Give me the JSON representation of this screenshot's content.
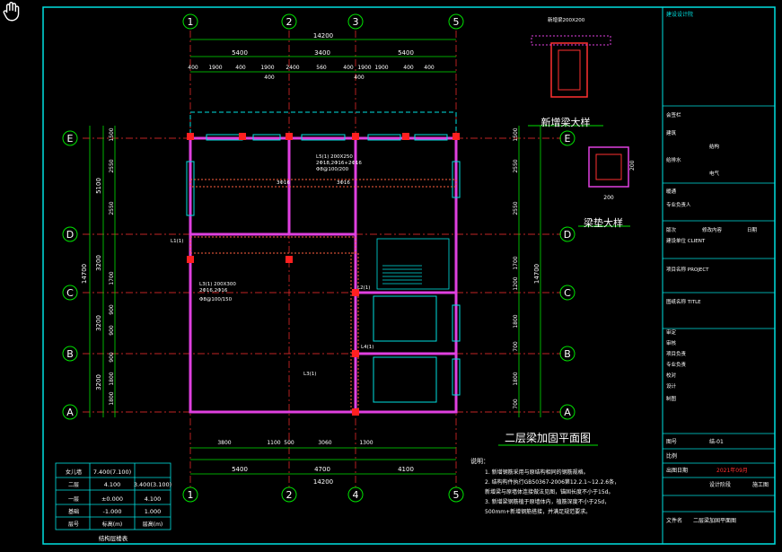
{
  "colors": {
    "grid_axis": "#00e000",
    "wall": "#e040e0",
    "column": "#ff2020",
    "text_primary": "#ffffff",
    "text_note": "#ffffff",
    "frame": "#00e0e0"
  },
  "drawing": {
    "title": "二层梁加固平面图",
    "beam_detail_title": "新增梁大样",
    "pad_detail_title": "梁垫大样",
    "column_axes": [
      "1",
      "2",
      "3",
      "5"
    ],
    "bottom_column_axes": [
      "1",
      "2",
      "4",
      "5"
    ],
    "row_axes": [
      "E",
      "D",
      "C",
      "B",
      "A"
    ],
    "top_overall": "14200",
    "top_spans": [
      "5400",
      "3400",
      "5400"
    ],
    "top_details": [
      "400",
      "1900",
      "400",
      "1900",
      "2400",
      "560",
      "400",
      "1900",
      "1900",
      "400",
      "400",
      "400",
      "400"
    ],
    "bottom_overall": "14200",
    "bottom_spans": [
      "5400",
      "4700",
      "4100"
    ],
    "bottom_details": [
      "3800",
      "1100",
      "500",
      "3060",
      "1300"
    ],
    "left_overall": "14700",
    "left_spans": [
      "5100",
      "3200",
      "3200",
      "3200"
    ],
    "left_details": [
      "1500",
      "2550",
      "2550",
      "1700",
      "900",
      "900",
      "900",
      "1800",
      "1800"
    ],
    "right_overall": "14700",
    "right_details": [
      "1500",
      "2550",
      "2550",
      "1700",
      "1200",
      "1800",
      "700",
      "1800",
      "700"
    ],
    "beam_labels": [
      "L5(1) 200X250",
      "2Φ18,2Φ16+2Φ16",
      "Φ8@100/200",
      "3Φ16",
      "3Φ16",
      "L3(1) 200X300",
      "2Φ16,2Φ16",
      "Φ8@100/150",
      "L1(1)",
      "L2(1)",
      "L4(1)",
      "L3(1)"
    ],
    "detail_beam_note": "新增梁200X200",
    "detail_pad_dims": [
      "200",
      "200"
    ],
    "notes_title": "说明：",
    "notes": [
      "1. 新增钢筋采用与原结构相同的钢筋规格。",
      "2. 结构构件执行GB50367-2006第12.2.1~12.2.6条，",
      "   新增梁与原墙体连接做法见图，锚固长度不小于15d。",
      "3. 新增梁钢筋植于原墙体内，植筋深度不小于25d，",
      "   500mm+新增钢筋搭接，并满足规范要求。"
    ]
  },
  "elevation_table": {
    "rows": [
      {
        "name": "女儿墙",
        "elev": "7.400(7.100)",
        "height": ""
      },
      {
        "name": "二层",
        "elev": "4.100",
        "height": "3.400(3.100)"
      },
      {
        "name": "一层",
        "elev": "±0.000",
        "height": "4.100"
      },
      {
        "name": "基础",
        "elev": "-1.000",
        "height": "1.000"
      }
    ],
    "header": [
      "层号",
      "标高(m)",
      "层高(m)"
    ],
    "caption": "结构层楼表"
  },
  "title_block": {
    "company": "建设设计院",
    "fields": [
      "会签栏",
      "建筑",
      "结构",
      "给排水",
      "电气",
      "暖通",
      "专业负责人",
      "版次",
      "修改内容",
      "日期",
      "建设单位 CLIENT",
      "项目名称 PROJECT",
      "图纸名称 TITLE",
      "审定",
      "审核",
      "项目负责",
      "专业负责",
      "校对",
      "设计",
      "制图"
    ],
    "drawing_no_label": "图号",
    "drawing_no": "结-01",
    "scale_label": "比例",
    "date_label": "出图日期",
    "date": "2021年09月",
    "stage_label": "设计阶段",
    "stage": "施工图",
    "file_label": "文件名",
    "file": "二层梁加固平面图"
  }
}
